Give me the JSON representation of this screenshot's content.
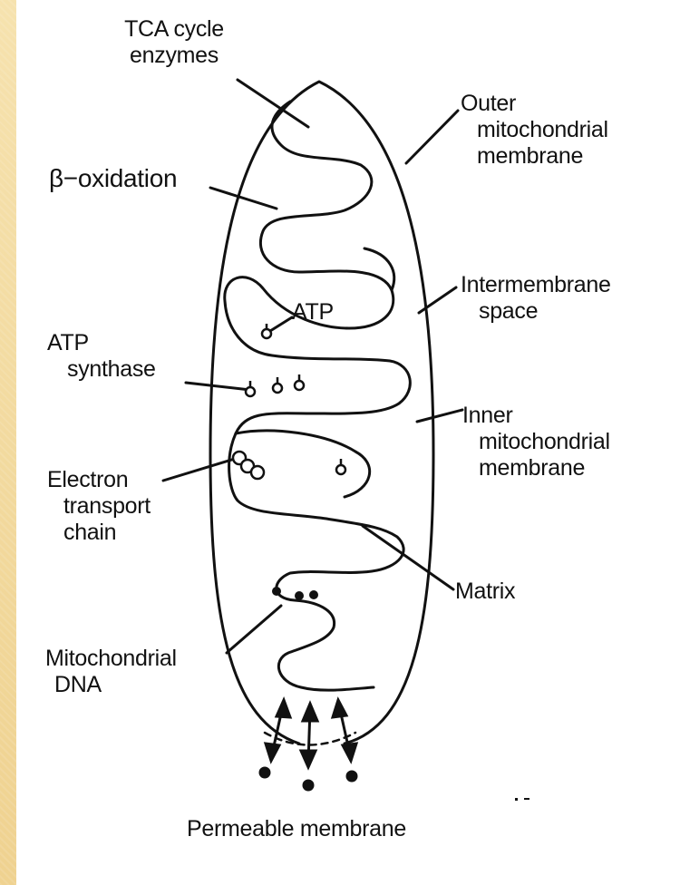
{
  "labels": {
    "tca_line1": "TCA cycle",
    "tca_line2": "enzymes",
    "beta_oxidation": "β−oxidation",
    "outer_line1": "Outer",
    "outer_line2": "mitochondrial",
    "outer_line3": "membrane",
    "intermembrane_line1": "Intermembrane",
    "intermembrane_line2": "space",
    "atp": "ATP",
    "atp_synthase_line1": "ATP",
    "atp_synthase_line2": "synthase",
    "inner_line1": "Inner",
    "inner_line2": "mitochondrial",
    "inner_line3": "membrane",
    "etc_line1": "Electron",
    "etc_line2": "transport",
    "etc_line3": "chain",
    "matrix": "Matrix",
    "mtdna_line1": "Mitochondrial",
    "mtdna_line2": "DNA",
    "permeable": "Permeable membrane"
  },
  "colors": {
    "background": "#f3dba0",
    "panel": "#ffffff",
    "ink": "#111111"
  }
}
